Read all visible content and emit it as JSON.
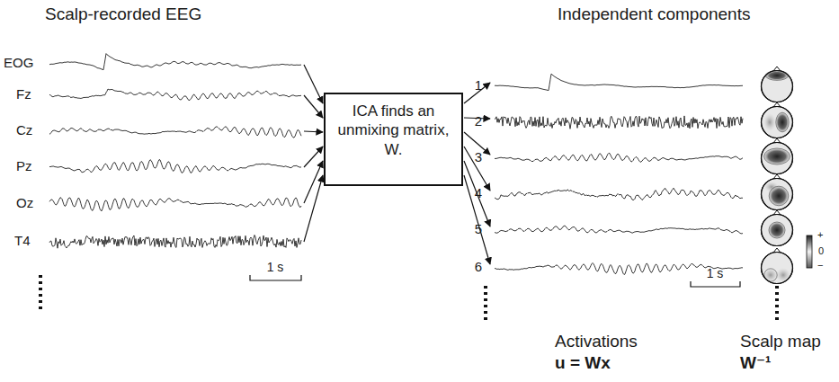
{
  "diagram": {
    "nodes": [
      {
        "text": [
          "ICA finds an unmixing matrix, W."
        ]
      }
    ],
    "labels": [
      "Scalp-recorded EEG",
      "Independent components",
      "EOG",
      "Fz",
      "Cz",
      "Pz",
      "Oz",
      "T4",
      "1 s",
      "1",
      "2",
      "3",
      "4",
      "5",
      "6",
      "1 s",
      "Activations",
      "u = Wx",
      "Scalp map",
      "W⁻¹",
      "+",
      "0",
      "−"
    ]
  }
}
